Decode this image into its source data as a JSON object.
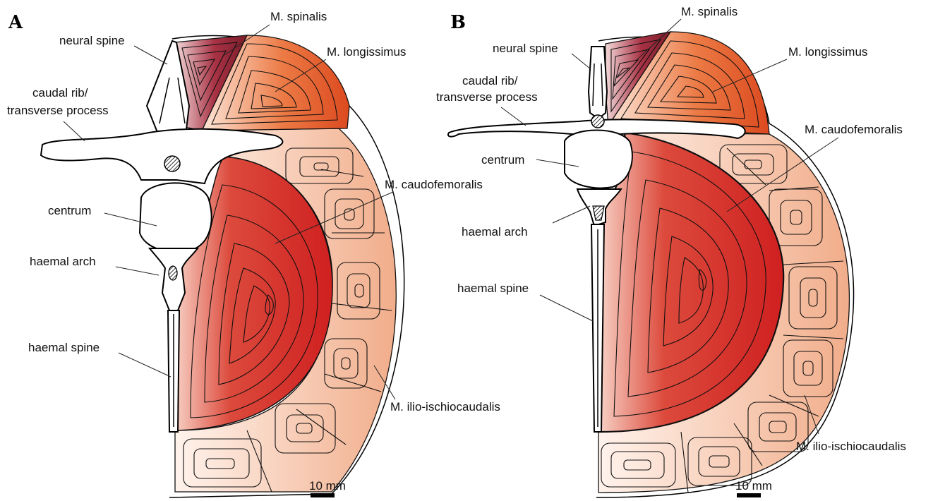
{
  "panels": [
    {
      "letter": "A",
      "labels": {
        "spinalis": "M. spinalis",
        "longissimus": "M. longissimus",
        "neural_spine": "neural spine",
        "caudal_rib_1": "caudal rib/",
        "caudal_rib_2": "transverse process",
        "centrum": "centrum",
        "caudofemoralis": "M. caudofemoralis",
        "haemal_arch": "haemal arch",
        "haemal_spine": "haemal spine",
        "ilio": "M. ilio-ischiocaudalis"
      },
      "scale": "10 mm"
    },
    {
      "letter": "B",
      "labels": {
        "spinalis": "M. spinalis",
        "longissimus": "M. longissimus",
        "neural_spine": "neural spine",
        "caudal_rib_1": "caudal rib/",
        "caudal_rib_2": "transverse process",
        "centrum": "centrum",
        "caudofemoralis": "M. caudofemoralis",
        "haemal_arch": "haemal arch",
        "haemal_spine": "haemal spine",
        "ilio": "M. ilio-ischiocaudalis"
      },
      "scale": "10 mm"
    }
  ],
  "colors": {
    "spinalis": "#8e2433",
    "longissimus": "#e0532a",
    "caudofemoralis": "#d42a2a",
    "ilio": "#f4b597",
    "bone": "#ffffff"
  }
}
